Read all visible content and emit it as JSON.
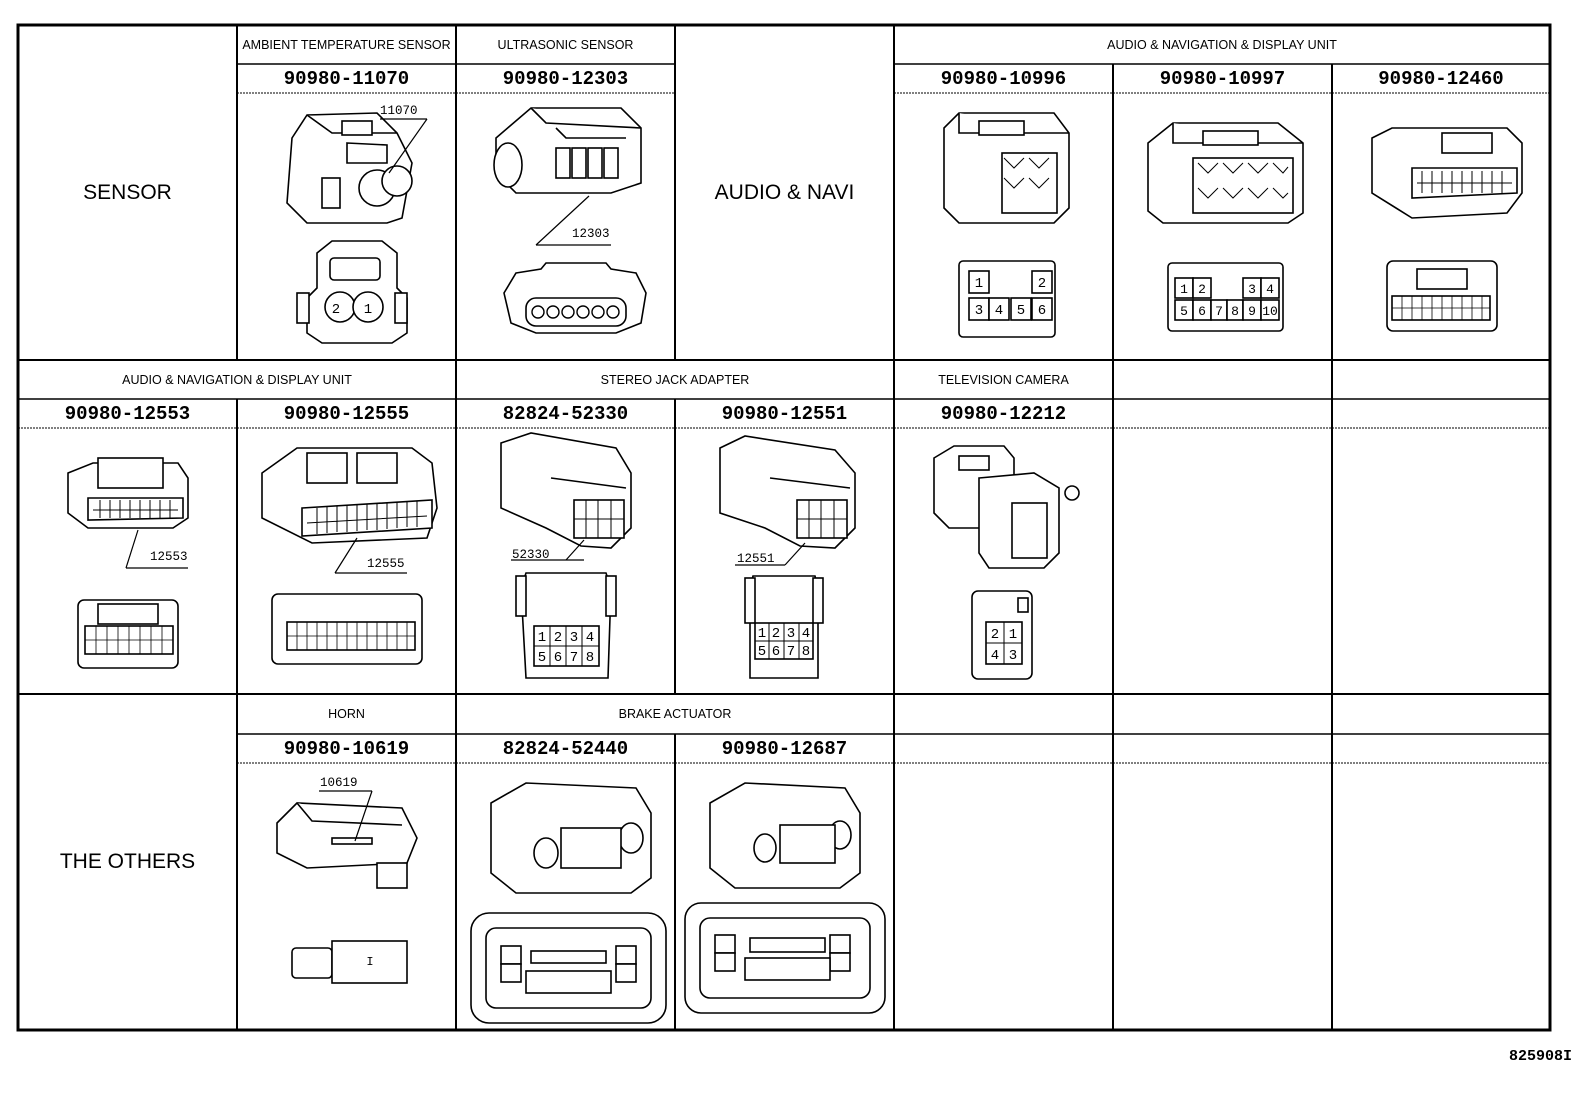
{
  "sections": {
    "sensor": "SENSOR",
    "audio_navi": "AUDIO & NAVI",
    "others": "THE OTHERS"
  },
  "row1": {
    "ambient_header": "AMBIENT TEMPERATURE SENSOR",
    "ambient_pn": "90980-11070",
    "ambient_callout": "11070",
    "ultrasonic_header": "ULTRASONIC SENSOR",
    "ultrasonic_pn": "90980-12303",
    "ultrasonic_callout": "12303",
    "audio_header": "AUDIO & NAVIGATION & DISPLAY UNIT",
    "audio_pn1": "90980-10996",
    "audio_pn2": "90980-10997",
    "audio_pn3": "90980-12460"
  },
  "row2": {
    "audio_header": "AUDIO & NAVIGATION & DISPLAY UNIT",
    "audio_pn1": "90980-12553",
    "audio_callout1": "12553",
    "audio_pn2": "90980-12555",
    "audio_callout2": "12555",
    "stereo_header": "STEREO JACK ADAPTER",
    "stereo_pn1": "82824-52330",
    "stereo_callout1": "52330",
    "stereo_pn2": "90980-12551",
    "stereo_callout2": "12551",
    "tv_header": "TELEVISION CAMERA",
    "tv_pn": "90980-12212"
  },
  "row3": {
    "horn_header": "HORN",
    "horn_pn": "90980-10619",
    "horn_callout": "10619",
    "brake_header": "BRAKE ACTUATOR",
    "brake_pn1": "82824-52440",
    "brake_pn2": "90980-12687"
  },
  "drawing_code": "825908I"
}
